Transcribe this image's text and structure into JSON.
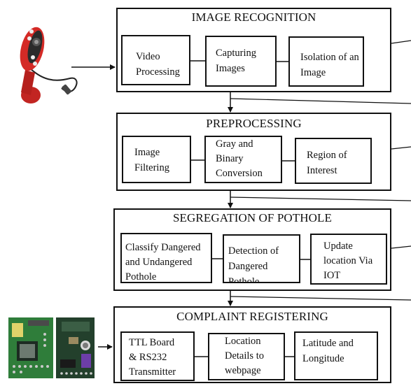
{
  "stages": [
    {
      "title": "IMAGE RECOGNITION",
      "steps": [
        "Video\nProcessing",
        "Capturing\nImages",
        "Isolation of an\nImage"
      ]
    },
    {
      "title": "PREPROCESSING",
      "steps": [
        "Image\nFiltering",
        "Gray and\nBinary\nConversion",
        "Region of\nInterest"
      ]
    },
    {
      "title": "SEGREGATION OF POTHOLE",
      "steps": [
        "Classify Dangered\nand Undangered\nPothole",
        "Detection of\nDangered Pothole",
        "Update\nlocation Via\nIOT"
      ]
    },
    {
      "title": "COMPLAINT REGISTERING",
      "steps": [
        "TTL Board\n& RS232\nTransmitter",
        "Location\nDetails to\nwebpage",
        "Latitude and\nLongitude"
      ]
    }
  ],
  "images": {
    "webcam": "webcam-image",
    "boards": "circuit-boards-image"
  },
  "colors": {
    "line": "#111111",
    "webcam_red": "#d42a26",
    "board_green": "#2f7d3a",
    "board_dark": "#23402c"
  }
}
